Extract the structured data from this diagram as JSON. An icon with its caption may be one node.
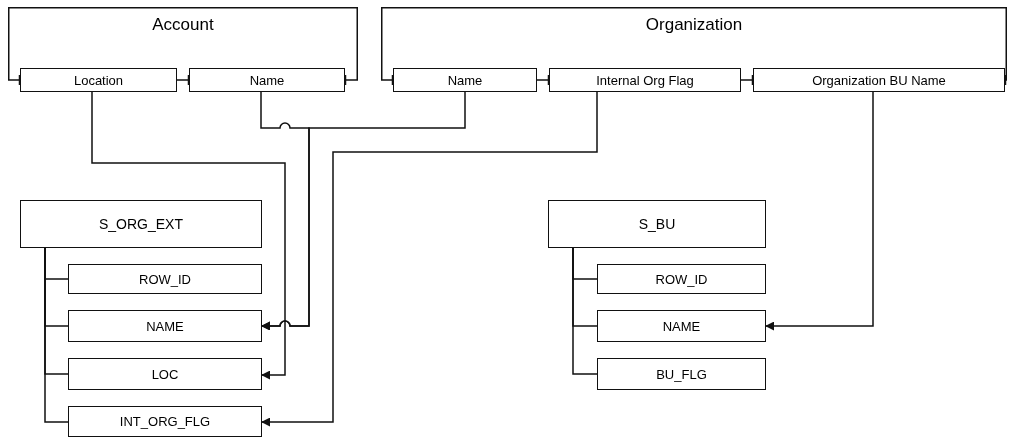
{
  "diagram": {
    "nodes": [
      {
        "text": [
          "Account"
        ]
      },
      {
        "text": [
          "Location"
        ],
        "in": 0
      },
      {
        "text": [
          "Name"
        ],
        "in": 0
      },
      {
        "text": [
          "Organization"
        ]
      },
      {
        "text": [
          "Name"
        ],
        "in": 3
      },
      {
        "text": [
          "Internal Org Flag"
        ],
        "in": 3
      },
      {
        "text": [
          "Organization BU Name"
        ],
        "in": 3
      },
      {
        "text": [
          "S_ORG_EXT"
        ]
      },
      {
        "text": [
          "ROW_ID"
        ]
      },
      {
        "text": [
          "NAME"
        ]
      },
      {
        "text": [
          "LOC"
        ]
      },
      {
        "text": [
          "INT_ORG_FLG"
        ]
      },
      {
        "text": [
          "S_BU"
        ]
      },
      {
        "text": [
          "ROW_ID"
        ]
      },
      {
        "text": [
          "NAME"
        ]
      },
      {
        "text": [
          "BU_FLG"
        ]
      }
    ],
    "edges": [
      {
        "from": 1,
        "to": 10,
        "arrow": "to"
      },
      {
        "from": 2,
        "to": 9,
        "arrow": "to"
      },
      {
        "from": 4,
        "to": 9,
        "arrow": "to"
      },
      {
        "from": 5,
        "to": 11,
        "arrow": "to"
      },
      {
        "from": 6,
        "to": 14,
        "arrow": "to"
      },
      {
        "from": 7,
        "to": 8,
        "arrow": "none"
      },
      {
        "from": 7,
        "to": 9,
        "arrow": "none"
      },
      {
        "from": 7,
        "to": 10,
        "arrow": "none"
      },
      {
        "from": 7,
        "to": 11,
        "arrow": "none"
      },
      {
        "from": 12,
        "to": 13,
        "arrow": "none"
      },
      {
        "from": 12,
        "to": 14,
        "arrow": "none"
      },
      {
        "from": 12,
        "to": 15,
        "arrow": "none"
      }
    ]
  }
}
